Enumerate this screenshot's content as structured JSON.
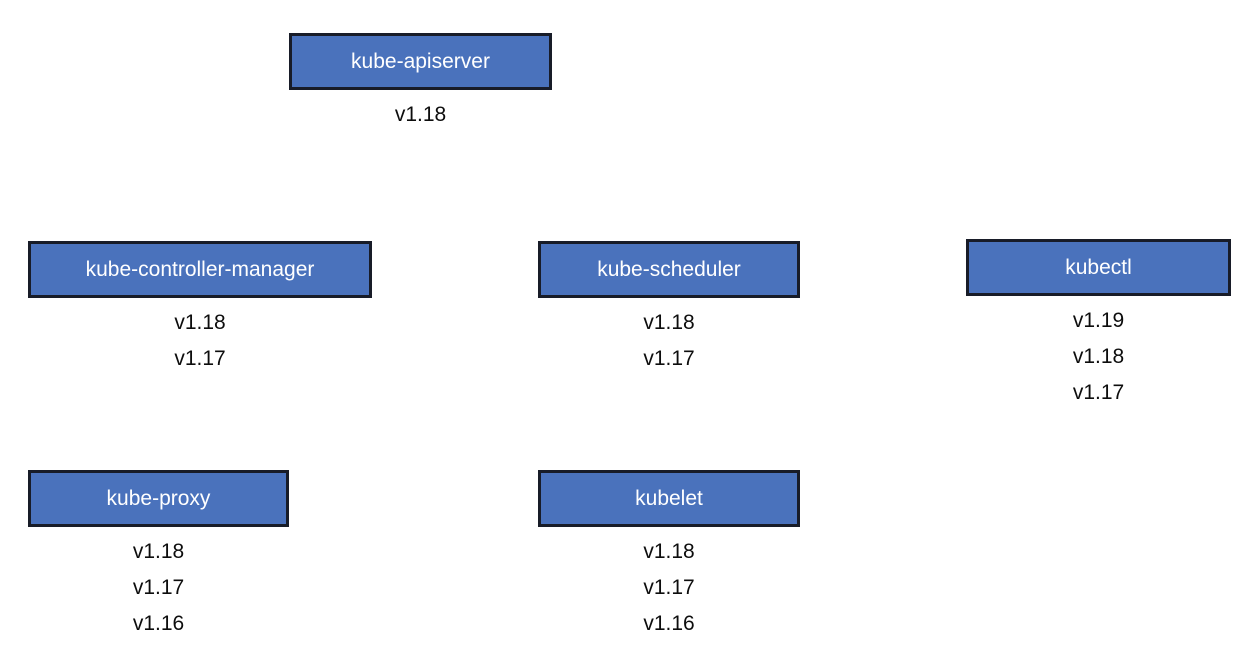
{
  "diagram": {
    "description": "Kubernetes component supported version skew diagram",
    "colors": {
      "box_fill": "#4a72bc",
      "box_border": "#181c28",
      "box_text": "#ffffff",
      "version_text": "#0d0d0d",
      "background": "#ffffff"
    },
    "nodes": [
      {
        "id": "kube-apiserver",
        "label": "kube-apiserver",
        "versions": [
          "v1.18"
        ]
      },
      {
        "id": "kube-controller-manager",
        "label": "kube-controller-manager",
        "versions": [
          "v1.18",
          "v1.17"
        ]
      },
      {
        "id": "kube-scheduler",
        "label": "kube-scheduler",
        "versions": [
          "v1.18",
          "v1.17"
        ]
      },
      {
        "id": "kubectl",
        "label": "kubectl",
        "versions": [
          "v1.19",
          "v1.18",
          "v1.17"
        ]
      },
      {
        "id": "kube-proxy",
        "label": "kube-proxy",
        "versions": [
          "v1.18",
          "v1.17",
          "v1.16"
        ]
      },
      {
        "id": "kubelet",
        "label": "kubelet",
        "versions": [
          "v1.18",
          "v1.17",
          "v1.16"
        ]
      }
    ]
  }
}
